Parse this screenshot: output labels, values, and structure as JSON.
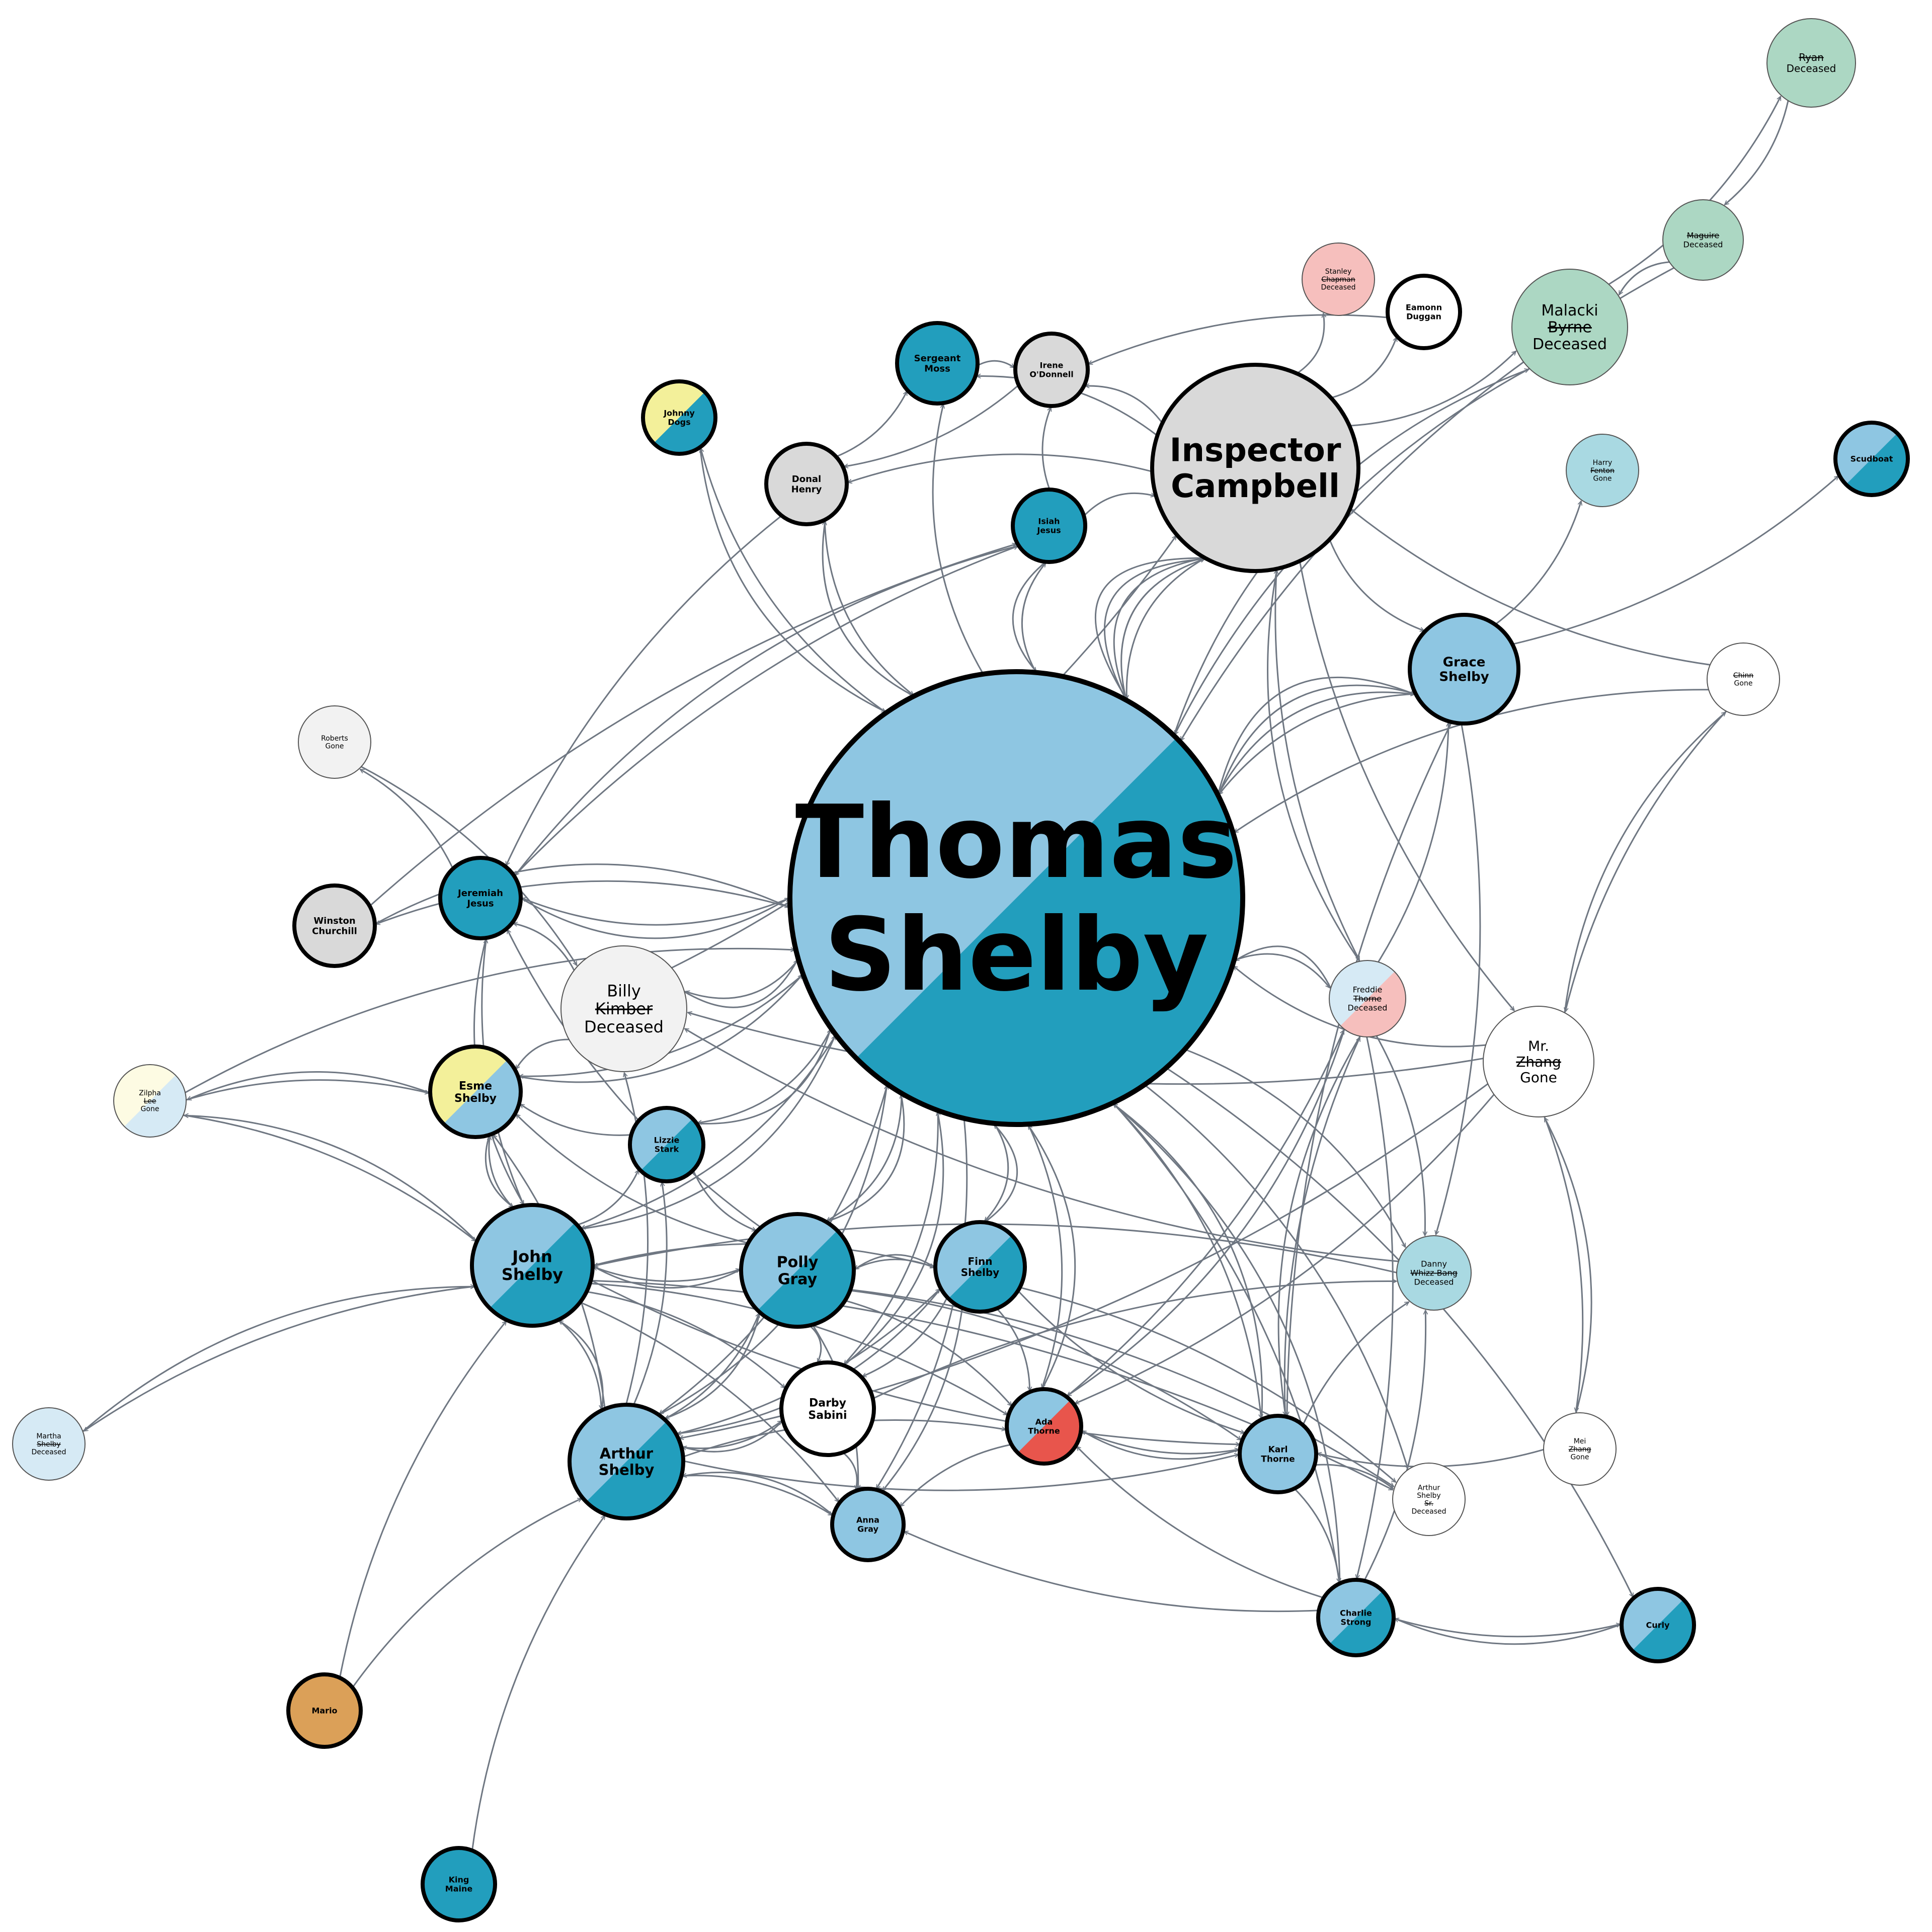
{
  "colors": {
    "blue_light": "#8ec6e2",
    "blue_dark": "#229ebd",
    "gray": "#d9d9d9",
    "gray_light": "#f2f2f2",
    "green": "#acd7c3",
    "pink": "#f6bfbd",
    "red": "#e8554c",
    "yellow": "#f3f09a",
    "cream": "#fdfbe3",
    "pale_blue": "#d6eaf5",
    "teal_light": "#a9d9e2",
    "orange": "#dba058",
    "white": "#ffffff",
    "edge": "#6f7782"
  },
  "nodes": [
    {
      "id": "thomas",
      "lines": [
        "Thomas",
        "Shelby"
      ],
      "fill": "split",
      "colors": [
        "blue_light",
        "blue_dark"
      ],
      "thick": true,
      "bold": true
    },
    {
      "id": "campbell",
      "lines": [
        "Inspector",
        "Campbell"
      ],
      "fill": "gray",
      "thick": true,
      "bold": true
    },
    {
      "id": "grace",
      "lines": [
        "Grace",
        "Shelby"
      ],
      "fill": "blue_light",
      "thick": true,
      "bold": true
    },
    {
      "id": "john",
      "lines": [
        "John",
        "Shelby"
      ],
      "fill": "split",
      "colors": [
        "blue_light",
        "blue_dark"
      ],
      "thick": true,
      "bold": true
    },
    {
      "id": "polly",
      "lines": [
        "Polly",
        "Gray"
      ],
      "fill": "split",
      "colors": [
        "blue_light",
        "blue_dark"
      ],
      "thick": true,
      "bold": true
    },
    {
      "id": "arthur",
      "lines": [
        "Arthur",
        "Shelby"
      ],
      "fill": "split",
      "colors": [
        "blue_light",
        "blue_dark"
      ],
      "thick": true,
      "bold": true
    },
    {
      "id": "finn",
      "lines": [
        "Finn",
        "Shelby"
      ],
      "fill": "split",
      "colors": [
        "blue_light",
        "blue_dark"
      ],
      "thick": true,
      "bold": true
    },
    {
      "id": "darby",
      "lines": [
        "Darby",
        "Sabini"
      ],
      "fill": "white",
      "thick": true,
      "bold": true
    },
    {
      "id": "ada",
      "lines": [
        "Ada",
        "Thorne"
      ],
      "fill": "split",
      "colors": [
        "blue_light",
        "red"
      ],
      "thick": true,
      "bold": true
    },
    {
      "id": "karl",
      "lines": [
        "Karl",
        "Thorne"
      ],
      "fill": "blue_light",
      "thick": true,
      "bold": true
    },
    {
      "id": "anna",
      "lines": [
        "Anna",
        "Gray"
      ],
      "fill": "blue_light",
      "thick": true,
      "bold": true
    },
    {
      "id": "charlie",
      "lines": [
        "Charlie",
        "Strong"
      ],
      "fill": "split",
      "colors": [
        "blue_light",
        "blue_dark"
      ],
      "thick": true,
      "bold": true
    },
    {
      "id": "curly",
      "lines": [
        "Curly"
      ],
      "fill": "split",
      "colors": [
        "blue_light",
        "blue_dark"
      ],
      "thick": true,
      "bold": true
    },
    {
      "id": "lizzie",
      "lines": [
        "Lizzie",
        "Stark"
      ],
      "fill": "split",
      "colors": [
        "blue_light",
        "blue_dark"
      ],
      "thick": true,
      "bold": true
    },
    {
      "id": "esme",
      "lines": [
        "Esme",
        "Shelby"
      ],
      "fill": "split",
      "colors": [
        "yellow",
        "blue_light"
      ],
      "thick": true,
      "bold": true
    },
    {
      "id": "jeremiah",
      "lines": [
        "Jeremiah",
        "Jesus"
      ],
      "fill": "blue_dark",
      "thick": true,
      "bold": true
    },
    {
      "id": "winston",
      "lines": [
        "Winston",
        "Churchill"
      ],
      "fill": "gray",
      "thick": true,
      "bold": true
    },
    {
      "id": "billy",
      "lines": [
        "Billy",
        "Kimber",
        "Deceased"
      ],
      "strike": [
        1
      ],
      "fill": "gray_light",
      "thick": false,
      "bold": false
    },
    {
      "id": "zilpha",
      "lines": [
        "Zilpha",
        "Lee",
        "Gone"
      ],
      "strike": [
        1
      ],
      "fill": "split",
      "colors": [
        "cream",
        "pale_blue"
      ],
      "thick": false,
      "bold": false
    },
    {
      "id": "martha",
      "lines": [
        "Martha",
        "Shelby",
        "Deceased"
      ],
      "strike": [
        1
      ],
      "fill": "pale_blue",
      "thick": false,
      "bold": false
    },
    {
      "id": "mario",
      "lines": [
        "Mario"
      ],
      "fill": "orange",
      "thick": true,
      "bold": true
    },
    {
      "id": "kingmaine",
      "lines": [
        "King",
        "Maine"
      ],
      "fill": "blue_dark",
      "thick": true,
      "bold": true
    },
    {
      "id": "roberts",
      "lines": [
        "Roberts",
        "Gone"
      ],
      "fill": "gray_light",
      "thick": false,
      "bold": false
    },
    {
      "id": "johnny",
      "lines": [
        "Johnny",
        "Dogs"
      ],
      "fill": "split",
      "colors": [
        "yellow",
        "blue_dark"
      ],
      "thick": true,
      "bold": true
    },
    {
      "id": "donal",
      "lines": [
        "Donal",
        "Henry"
      ],
      "fill": "gray",
      "thick": true,
      "bold": true
    },
    {
      "id": "moss",
      "lines": [
        "Sergeant",
        "Moss"
      ],
      "fill": "blue_dark",
      "thick": true,
      "bold": true
    },
    {
      "id": "irene",
      "lines": [
        "Irene",
        "O'Donnell"
      ],
      "fill": "gray",
      "thick": true,
      "bold": true
    },
    {
      "id": "isiah",
      "lines": [
        "Isiah",
        "Jesus"
      ],
      "fill": "blue_dark",
      "thick": true,
      "bold": true
    },
    {
      "id": "stanley",
      "lines": [
        "Stanley",
        "Chapman",
        "Deceased"
      ],
      "strike": [
        1
      ],
      "fill": "pink",
      "thick": false,
      "bold": false
    },
    {
      "id": "eamonn",
      "lines": [
        "Eamonn",
        "Duggan"
      ],
      "fill": "white",
      "thick": true,
      "bold": true
    },
    {
      "id": "malacki",
      "lines": [
        "Malacki",
        "Byrne",
        "Deceased"
      ],
      "strike": [
        1
      ],
      "fill": "green",
      "thick": false,
      "bold": false
    },
    {
      "id": "ryan",
      "lines": [
        "Ryan",
        "Deceased"
      ],
      "strike": [
        0
      ],
      "fill": "green",
      "thick": false,
      "bold": false
    },
    {
      "id": "maguire",
      "lines": [
        "Maguire",
        "Deceased"
      ],
      "strike": [
        0
      ],
      "fill": "green",
      "thick": false,
      "bold": false
    },
    {
      "id": "harry",
      "lines": [
        "Harry",
        "Fenton",
        "Gone"
      ],
      "strike": [
        1
      ],
      "fill": "teal_light",
      "thick": false,
      "bold": false
    },
    {
      "id": "scudboat",
      "lines": [
        "Scudboat"
      ],
      "fill": "split",
      "colors": [
        "blue_light",
        "blue_dark"
      ],
      "thick": true,
      "bold": true
    },
    {
      "id": "chinn",
      "lines": [
        "Chinn",
        "Gone"
      ],
      "strike": [
        0
      ],
      "fill": "white",
      "thick": false,
      "bold": false
    },
    {
      "id": "freddie",
      "lines": [
        "Freddie",
        "Thorne",
        "Deceased"
      ],
      "strike": [
        1
      ],
      "fill": "split",
      "colors": [
        "pale_blue",
        "pink"
      ],
      "thick": false,
      "bold": false
    },
    {
      "id": "zhang",
      "lines": [
        "Mr.",
        "Zhang",
        "Gone"
      ],
      "strike": [
        1
      ],
      "fill": "white",
      "thick": false,
      "bold": false
    },
    {
      "id": "danny",
      "lines": [
        "Danny",
        "Whizz-Bang",
        "Deceased"
      ],
      "strike": [
        1
      ],
      "fill": "teal_light",
      "thick": false,
      "bold": false
    },
    {
      "id": "mei",
      "lines": [
        "Mei",
        "Zhang",
        "Gone"
      ],
      "strike": [
        1
      ],
      "fill": "white",
      "thick": false,
      "bold": false
    },
    {
      "id": "arthursr",
      "lines": [
        "Arthur",
        "Shelby",
        "Sr.",
        "Deceased"
      ],
      "strike": [
        2
      ],
      "fill": "white",
      "thick": false,
      "bold": false
    }
  ],
  "edges": [
    [
      "campbell",
      "thomas"
    ],
    [
      "thomas",
      "campbell"
    ],
    [
      "campbell",
      "thomas"
    ],
    [
      "thomas",
      "campbell"
    ],
    [
      "campbell",
      "thomas"
    ],
    [
      "campbell",
      "grace"
    ],
    [
      "campbell",
      "irene"
    ],
    [
      "campbell",
      "moss"
    ],
    [
      "campbell",
      "donal"
    ],
    [
      "campbell",
      "stanley"
    ],
    [
      "campbell",
      "eamonn"
    ],
    [
      "campbell",
      "malacki"
    ],
    [
      "campbell",
      "zhang"
    ],
    [
      "campbell",
      "freddie"
    ],
    [
      "eamonn",
      "irene"
    ],
    [
      "irene",
      "donal"
    ],
    [
      "moss",
      "irene"
    ],
    [
      "donal",
      "moss"
    ],
    [
      "isiah",
      "campbell"
    ],
    [
      "isiah",
      "irene"
    ],
    [
      "ryan",
      "maguire"
    ],
    [
      "maguire",
      "malacki"
    ],
    [
      "malacki",
      "ryan"
    ],
    [
      "malacki",
      "thomas"
    ],
    [
      "thomas",
      "malacki"
    ],
    [
      "maguire",
      "thomas"
    ],
    [
      "grace",
      "thomas"
    ],
    [
      "thomas",
      "grace"
    ],
    [
      "grace",
      "thomas"
    ],
    [
      "thomas",
      "grace"
    ],
    [
      "grace",
      "harry"
    ],
    [
      "grace",
      "scudboat"
    ],
    [
      "grace",
      "danny"
    ],
    [
      "grace",
      "karl"
    ],
    [
      "chinn",
      "campbell"
    ],
    [
      "chinn",
      "thomas"
    ],
    [
      "chinn",
      "zhang"
    ],
    [
      "zhang",
      "chinn"
    ],
    [
      "zhang",
      "mei"
    ],
    [
      "mei",
      "zhang"
    ],
    [
      "zhang",
      "thomas"
    ],
    [
      "zhang",
      "billy"
    ],
    [
      "zhang",
      "ada"
    ],
    [
      "zhang",
      "arthur"
    ],
    [
      "thomas",
      "isiah"
    ],
    [
      "isiah",
      "thomas"
    ],
    [
      "thomas",
      "moss"
    ],
    [
      "donal",
      "thomas"
    ],
    [
      "thomas",
      "donal"
    ],
    [
      "thomas",
      "johnny"
    ],
    [
      "johnny",
      "thomas"
    ],
    [
      "thomas",
      "jeremiah"
    ],
    [
      "jeremiah",
      "thomas"
    ],
    [
      "thomas",
      "winston"
    ],
    [
      "winston",
      "thomas"
    ],
    [
      "winston",
      "isiah"
    ],
    [
      "jeremiah",
      "isiah"
    ],
    [
      "jeremiah",
      "roberts"
    ],
    [
      "roberts",
      "billy"
    ],
    [
      "thomas",
      "billy"
    ],
    [
      "billy",
      "thomas"
    ],
    [
      "billy",
      "jeremiah"
    ],
    [
      "billy",
      "campbell"
    ],
    [
      "zilpha",
      "esme"
    ],
    [
      "esme",
      "zilpha"
    ],
    [
      "zilpha",
      "john"
    ],
    [
      "john",
      "zilpha"
    ],
    [
      "zilpha",
      "thomas"
    ],
    [
      "thomas",
      "esme"
    ],
    [
      "esme",
      "thomas"
    ],
    [
      "thomas",
      "lizzie"
    ],
    [
      "lizzie",
      "thomas"
    ],
    [
      "thomas",
      "john"
    ],
    [
      "john",
      "thomas"
    ],
    [
      "thomas",
      "polly"
    ],
    [
      "polly",
      "thomas"
    ],
    [
      "thomas",
      "finn"
    ],
    [
      "finn",
      "thomas"
    ],
    [
      "thomas",
      "arthur"
    ],
    [
      "arthur",
      "thomas"
    ],
    [
      "thomas",
      "ada"
    ],
    [
      "ada",
      "thomas"
    ],
    [
      "thomas",
      "karl"
    ],
    [
      "karl",
      "thomas"
    ],
    [
      "thomas",
      "freddie"
    ],
    [
      "freddie",
      "thomas"
    ],
    [
      "thomas",
      "danny"
    ],
    [
      "thomas",
      "charlie"
    ],
    [
      "charlie",
      "thomas"
    ],
    [
      "thomas",
      "curly"
    ],
    [
      "thomas",
      "darby"
    ],
    [
      "darby",
      "thomas"
    ],
    [
      "thomas",
      "anna"
    ],
    [
      "thomas",
      "arthursr"
    ],
    [
      "john",
      "esme"
    ],
    [
      "esme",
      "john"
    ],
    [
      "john",
      "lizzie"
    ],
    [
      "john",
      "polly"
    ],
    [
      "polly",
      "john"
    ],
    [
      "john",
      "arthur"
    ],
    [
      "arthur",
      "john"
    ],
    [
      "john",
      "finn"
    ],
    [
      "john",
      "ada"
    ],
    [
      "john",
      "karl"
    ],
    [
      "john",
      "martha"
    ],
    [
      "martha",
      "john"
    ],
    [
      "john",
      "jeremiah"
    ],
    [
      "jeremiah",
      "john"
    ],
    [
      "john",
      "darby"
    ],
    [
      "john",
      "anna"
    ],
    [
      "john",
      "arthursr"
    ],
    [
      "arthur",
      "polly"
    ],
    [
      "polly",
      "arthur"
    ],
    [
      "arthur",
      "finn"
    ],
    [
      "finn",
      "arthur"
    ],
    [
      "arthur",
      "darby"
    ],
    [
      "darby",
      "arthur"
    ],
    [
      "arthur",
      "ada"
    ],
    [
      "arthur",
      "karl"
    ],
    [
      "arthur",
      "anna"
    ],
    [
      "anna",
      "arthur"
    ],
    [
      "arthur",
      "billy"
    ],
    [
      "arthur",
      "esme"
    ],
    [
      "arthur",
      "lizzie"
    ],
    [
      "mario",
      "arthur"
    ],
    [
      "mario",
      "john"
    ],
    [
      "kingmaine",
      "arthur"
    ],
    [
      "polly",
      "finn"
    ],
    [
      "finn",
      "polly"
    ],
    [
      "polly",
      "ada"
    ],
    [
      "polly",
      "karl"
    ],
    [
      "polly",
      "darby"
    ],
    [
      "polly",
      "anna"
    ],
    [
      "polly",
      "esme"
    ],
    [
      "polly",
      "jeremiah"
    ],
    [
      "polly",
      "arthursr"
    ],
    [
      "finn",
      "ada"
    ],
    [
      "finn",
      "karl"
    ],
    [
      "finn",
      "darby"
    ],
    [
      "finn",
      "anna"
    ],
    [
      "finn",
      "arthursr"
    ],
    [
      "ada",
      "karl"
    ],
    [
      "karl",
      "ada"
    ],
    [
      "ada",
      "freddie"
    ],
    [
      "freddie",
      "ada"
    ],
    [
      "ada",
      "anna"
    ],
    [
      "charlie",
      "ada"
    ],
    [
      "charlie",
      "curly"
    ],
    [
      "curly",
      "charlie"
    ],
    [
      "charlie",
      "anna"
    ],
    [
      "charlie",
      "danny"
    ],
    [
      "karl",
      "freddie"
    ],
    [
      "freddie",
      "karl"
    ],
    [
      "karl",
      "arthursr"
    ],
    [
      "karl",
      "charlie"
    ],
    [
      "freddie",
      "danny"
    ],
    [
      "freddie",
      "charlie"
    ],
    [
      "freddie",
      "grace"
    ],
    [
      "freddie",
      "campbell"
    ],
    [
      "danny",
      "john"
    ],
    [
      "danny",
      "billy"
    ],
    [
      "darby",
      "anna"
    ],
    [
      "darby",
      "danny"
    ],
    [
      "mei",
      "karl"
    ],
    [
      "lizzie",
      "esme"
    ],
    [
      "lizzie",
      "polly"
    ],
    [
      "isiah",
      "jeremiah"
    ],
    [
      "donal",
      "jeremiah"
    ],
    [
      "billy",
      "esme"
    ],
    [
      "karl",
      "danny"
    ]
  ]
}
